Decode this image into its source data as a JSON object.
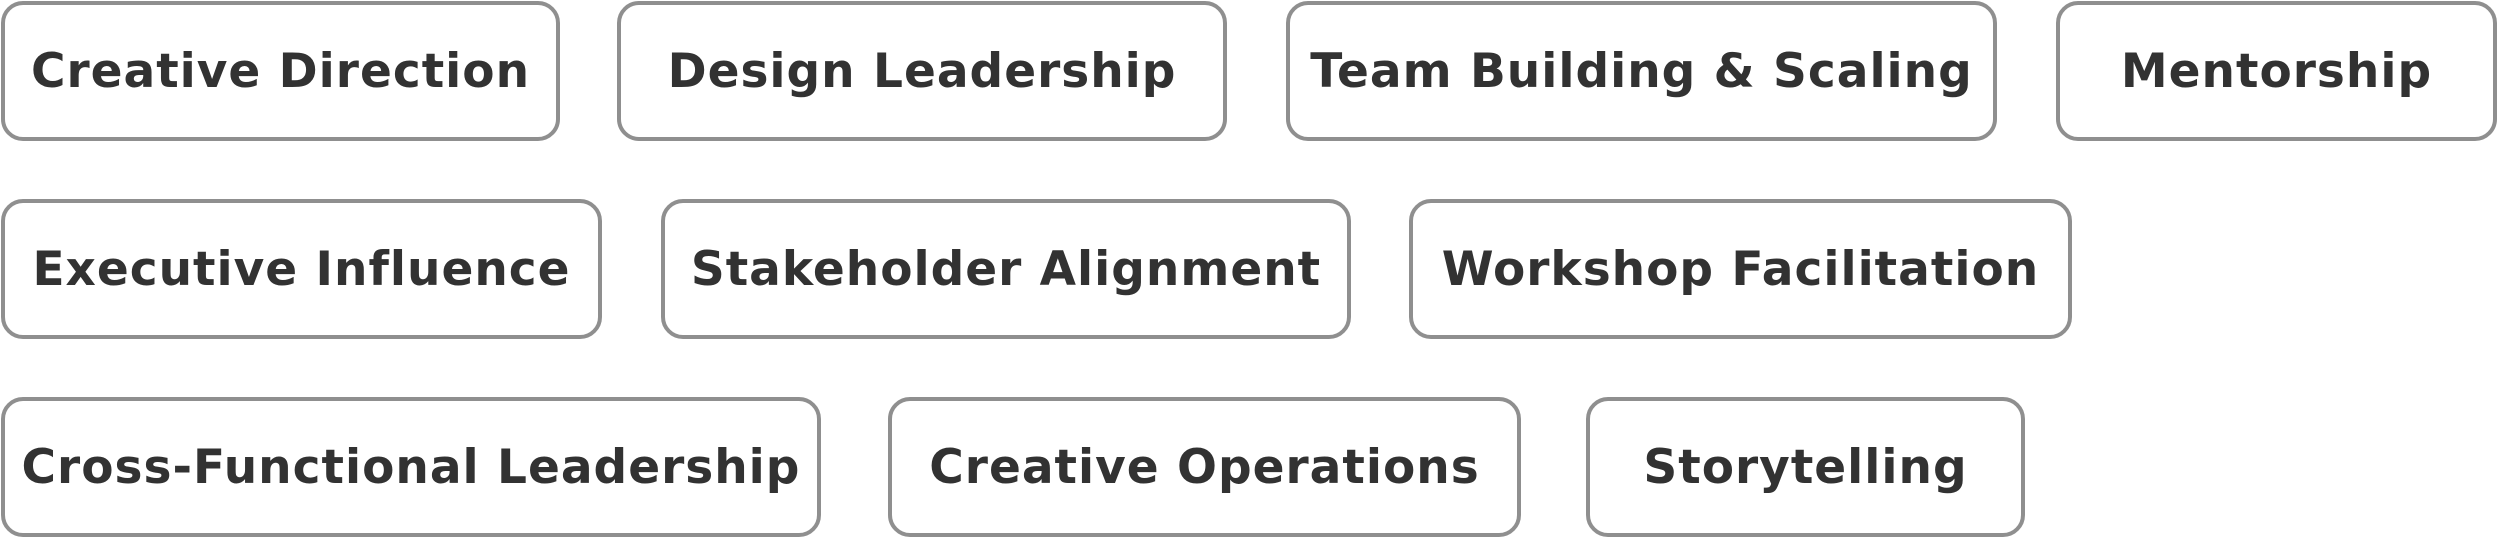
{
  "tags": [
    "Creative Direction",
    "Design Leadership",
    "Team Building & Scaling",
    "Mentorship",
    "Executive Influence",
    "Stakeholder Alignment",
    "Workshop Facilitation",
    "Cross-Functional Leadership",
    "Creative Operations",
    "Storytelling"
  ],
  "colors": {
    "border": "#8f8f8f",
    "text": "#323232",
    "background": "#ffffff"
  }
}
